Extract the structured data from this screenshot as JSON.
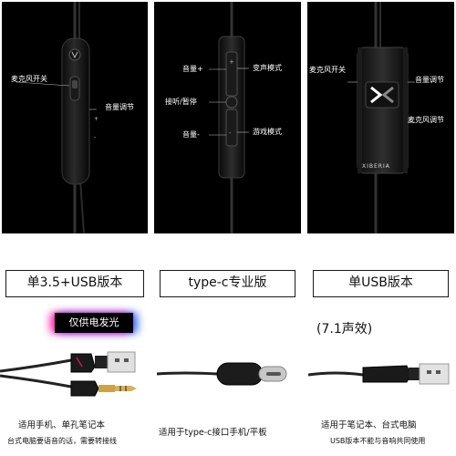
{
  "products": [
    {
      "version": "单3.5+USB版本",
      "controls": {
        "mic_switch": "麦克风开关",
        "volume": "音量调节"
      },
      "badge": "仅供电发光",
      "caption": "适用手机、单孔笔记本",
      "note": "台式电脑要语音的话，需要转接线"
    },
    {
      "version": "type-c专业版",
      "controls": {
        "volume_up": "音量+",
        "voice_change": "变声模式",
        "answer_pause": "接听/暂停",
        "volume_down": "音量-",
        "game_mode": "游戏模式"
      },
      "caption": "适用于type-c接口手机/平板"
    },
    {
      "version": "单USB版本",
      "controls": {
        "mic_switch": "麦克风开关",
        "volume": "音量调节",
        "mic_volume": "麦克风调节"
      },
      "brand": "XIBERIA",
      "surround": "(7.1声效)",
      "caption": "适用于笔记本、台式电脑",
      "note": "USB版本不能与音响共同使用"
    }
  ],
  "colors": {
    "panel_bg": "#000000",
    "glow_pink": "#ff2aa8",
    "glow_blue": "#3a7bff",
    "border": "#1a1a1a"
  }
}
